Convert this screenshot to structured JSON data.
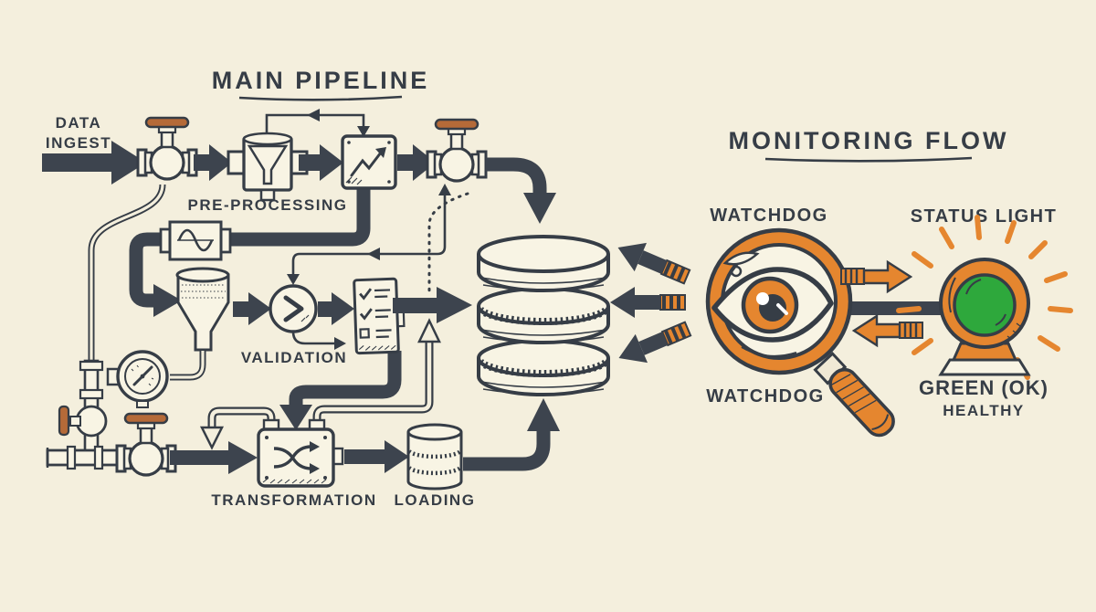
{
  "diagram": {
    "background": "#f4efdd",
    "ink": "#363d46",
    "accent_orange": "#e5862f",
    "valve_handle_brown": "#b56a38",
    "status_green": "#2ea83c",
    "sections": {
      "main_pipeline": {
        "title": "MAIN PIPELINE"
      },
      "monitoring": {
        "title": "MONITORING FLOW"
      }
    },
    "labels": {
      "data_ingest": {
        "line1": "DATA",
        "line2": "INGEST"
      },
      "pre_processing": "PRE-PROCESSING",
      "validation": "VALIDATION",
      "transformation": "TRANSFORMATION",
      "loading": "LOADING",
      "watchdog_top": "WATCHDOG",
      "watchdog_bottom": "WATCHDOG",
      "status_light": "STATUS LIGHT",
      "status_value": "GREEN (OK)",
      "status_detail": "HEALTHY"
    }
  }
}
